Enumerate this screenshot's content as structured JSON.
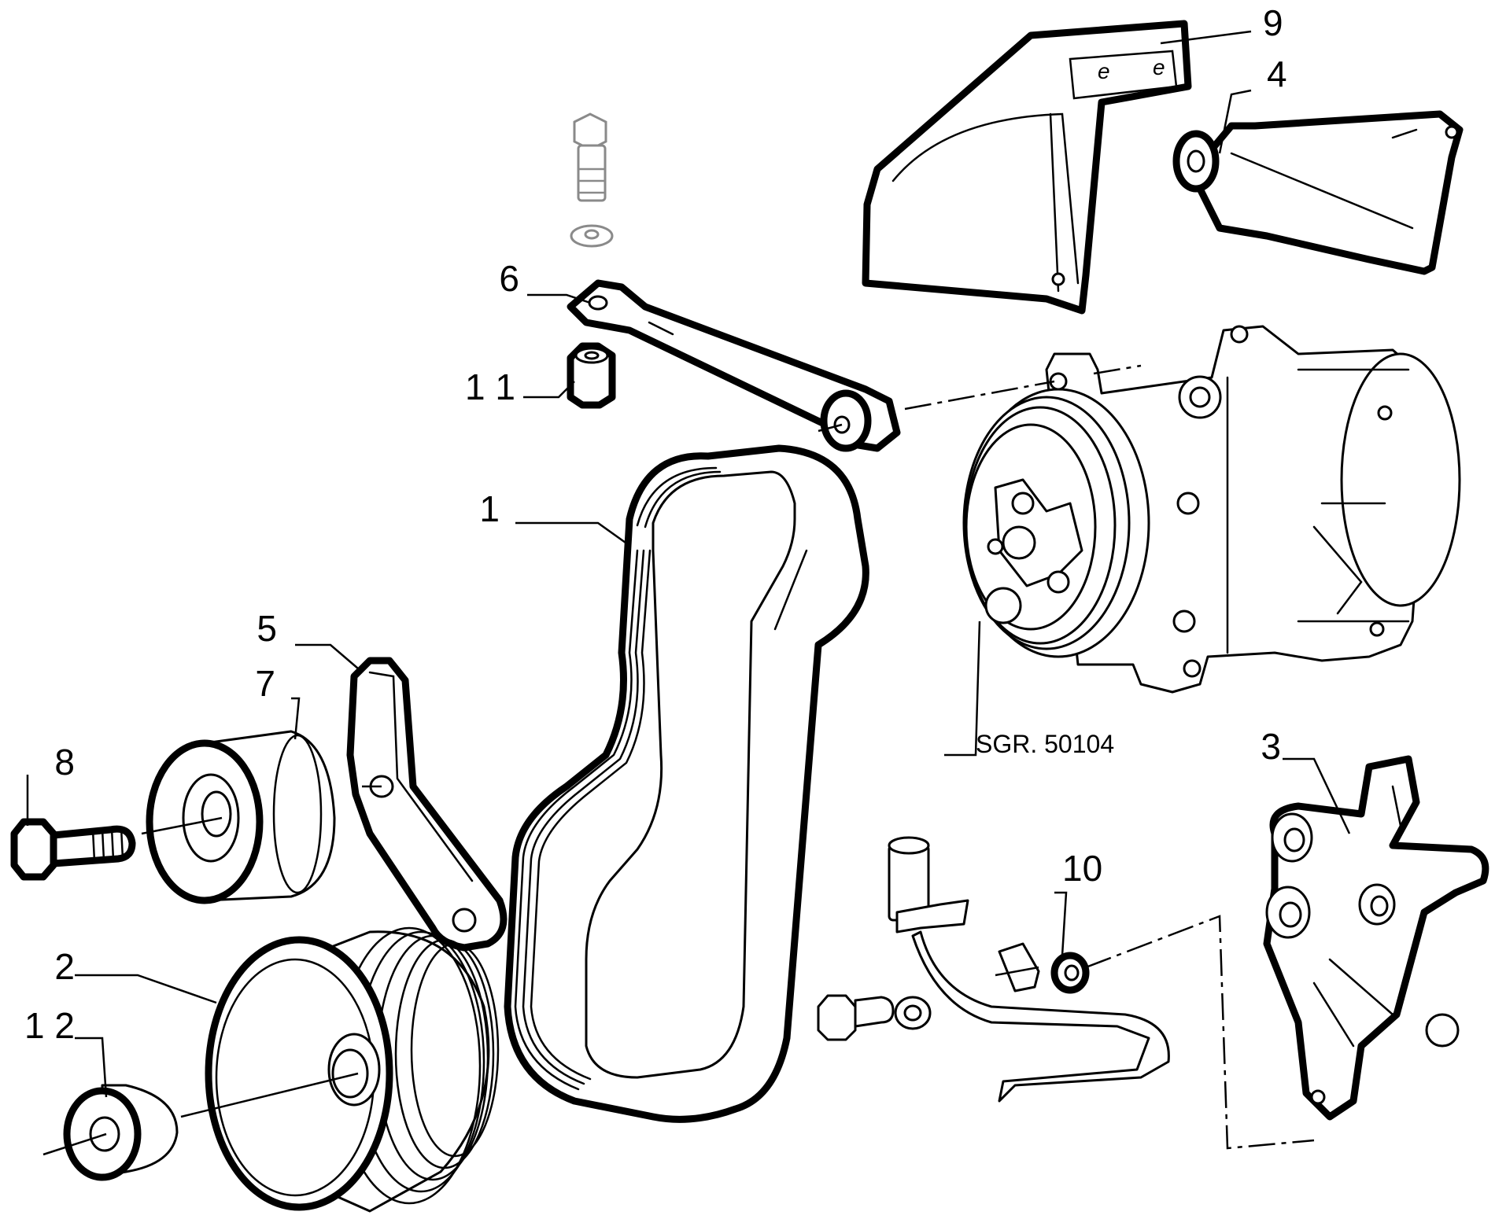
{
  "diagram": {
    "callouts": [
      "1",
      "2",
      "3",
      "4",
      "5",
      "6",
      "7",
      "8",
      "9",
      "10",
      "1 1",
      "1 2"
    ],
    "reference_label": "SGR. 50104"
  },
  "colors": {
    "line": "#000000",
    "background": "#ffffff",
    "shadow_parts": "#8a8a8a"
  }
}
